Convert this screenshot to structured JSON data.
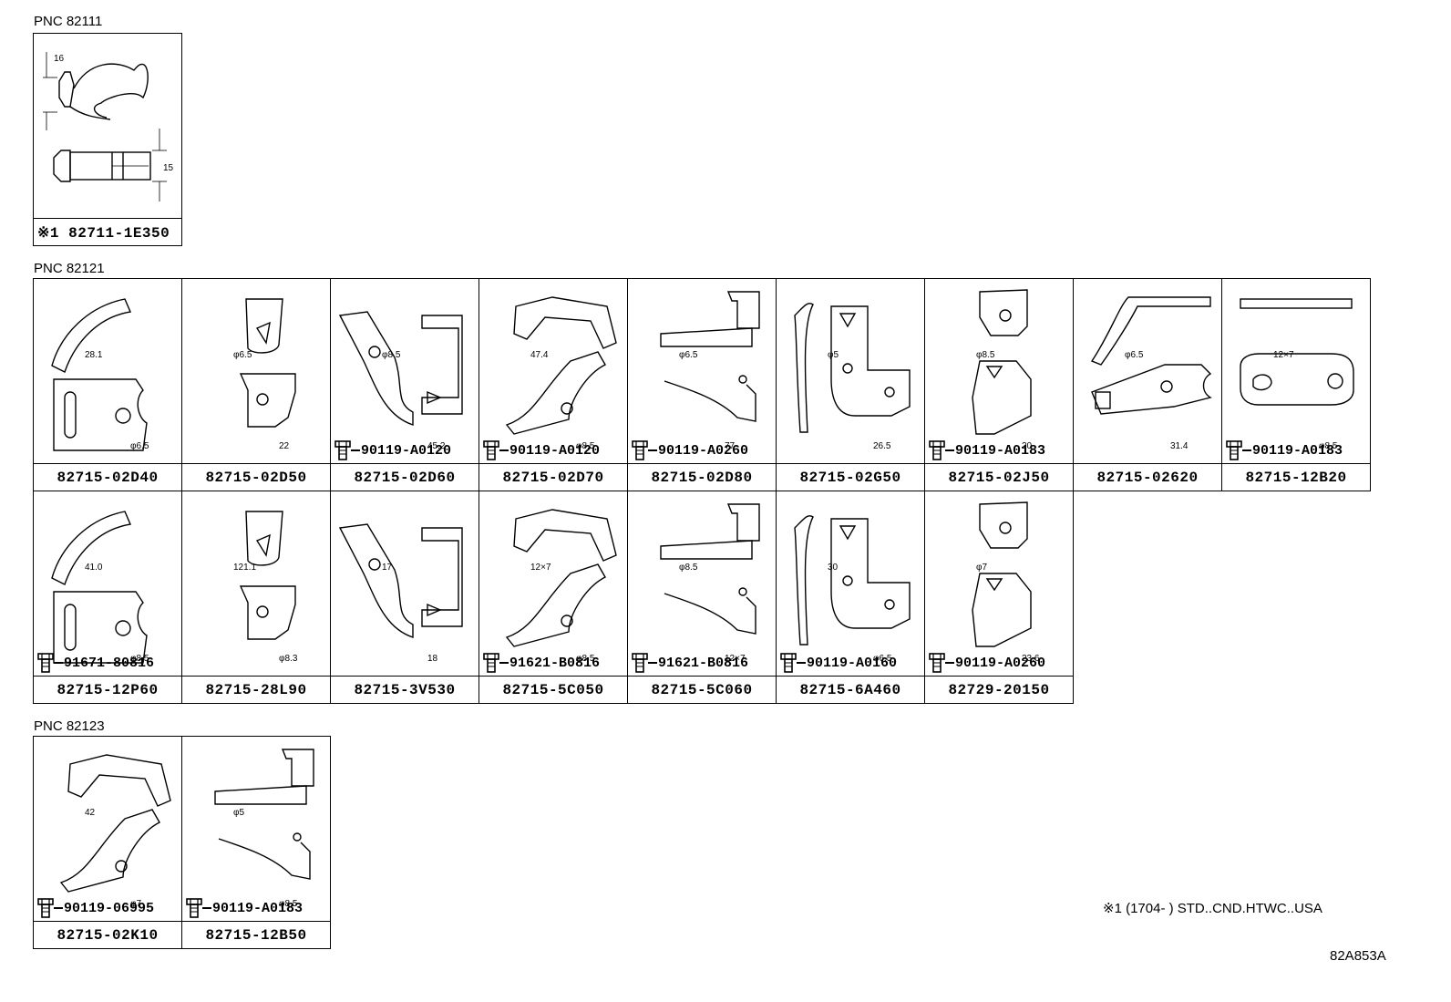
{
  "sections": [
    {
      "label": "PNC 82111",
      "items": [
        {
          "part": "※1 82711-1E350",
          "dims": [
            "16",
            "15"
          ]
        }
      ]
    },
    {
      "label": "PNC 82121",
      "items": [
        {
          "part": "82715-02D40",
          "bolt": "",
          "dims": [
            "28.1",
            "φ6.5"
          ]
        },
        {
          "part": "82715-02D50",
          "bolt": "",
          "dims": [
            "φ6.5",
            "22"
          ]
        },
        {
          "part": "82715-02D60",
          "bolt": "90119-A0120",
          "dims": [
            "φ8.5",
            "45.2"
          ]
        },
        {
          "part": "82715-02D70",
          "bolt": "90119-A0120",
          "dims": [
            "47.4",
            "φ8.5"
          ]
        },
        {
          "part": "82715-02D80",
          "bolt": "90119-A0260",
          "dims": [
            "φ6.5",
            "77"
          ]
        },
        {
          "part": "82715-02G50",
          "bolt": "",
          "dims": [
            "φ5",
            "26.5"
          ]
        },
        {
          "part": "82715-02J50",
          "bolt": "90119-A0183",
          "dims": [
            "φ8.5",
            "20"
          ]
        },
        {
          "part": "82715-02620",
          "bolt": "",
          "dims": [
            "φ6.5",
            "31.4"
          ]
        },
        {
          "part": "82715-12B20",
          "bolt": "90119-A0183",
          "dims": [
            "12×7",
            "φ8.5"
          ]
        },
        {
          "part": "82715-12P60",
          "bolt": "91671-80816",
          "dims": [
            "41.0",
            "φ8.5"
          ]
        },
        {
          "part": "82715-28L90",
          "bolt": "",
          "dims": [
            "121.1",
            "φ8.3"
          ]
        },
        {
          "part": "82715-3V530",
          "bolt": "",
          "dims": [
            "17",
            "18"
          ]
        },
        {
          "part": "82715-5C050",
          "bolt": "91621-B0816",
          "dims": [
            "12×7",
            "φ8.5"
          ]
        },
        {
          "part": "82715-5C060",
          "bolt": "91621-B0816",
          "dims": [
            "φ8.5",
            "12×7"
          ]
        },
        {
          "part": "82715-6A460",
          "bolt": "90119-A0160",
          "dims": [
            "30",
            "φ6.5"
          ]
        },
        {
          "part": "82729-20150",
          "bolt": "90119-A0260",
          "dims": [
            "φ7",
            "23.6"
          ]
        }
      ]
    },
    {
      "label": "PNC 82123",
      "items": [
        {
          "part": "82715-02K10",
          "bolt": "90119-06995",
          "dims": [
            "42",
            "φ7"
          ]
        },
        {
          "part": "82715-12B50",
          "bolt": "90119-A0183",
          "dims": [
            "φ5",
            "φ8.5"
          ]
        }
      ]
    }
  ],
  "footnote": "※1 (1704-       ) STD..CND.HTWC..USA",
  "ref_code": "82A853A",
  "icons": {
    "bolt": "hex-bolt-icon"
  }
}
